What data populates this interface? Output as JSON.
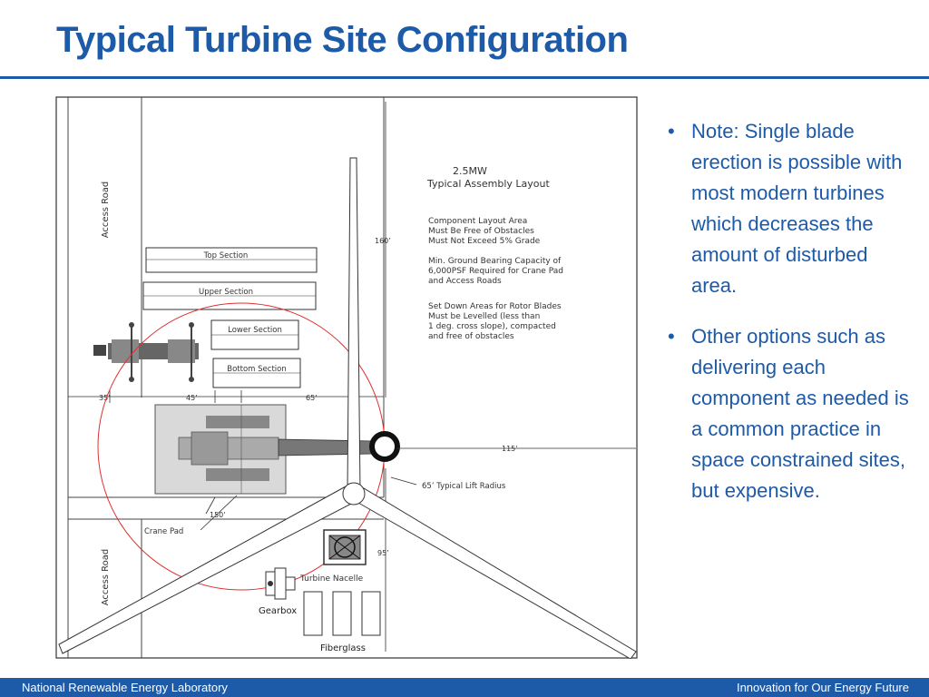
{
  "slide": {
    "title": "Typical Turbine Site Configuration",
    "accent_color": "#1d5aa8"
  },
  "diagram": {
    "access_road_top": "Access Road",
    "access_road_bottom": "Access Road",
    "heading_1": "2.5MW",
    "heading_2": "Typical Assembly Layout",
    "notes": [
      "Component Layout Area",
      "Must Be Free of Obstacles",
      "Must Not Exceed 5% Grade",
      "Min. Ground Bearing Capacity of",
      "6,000PSF Required for Crane Pad",
      "and Access Roads",
      "Set Down Areas for Rotor Blades",
      "Must be Levelled (less than",
      "1 deg. cross slope), compacted",
      "and free of obstacles"
    ],
    "sections": {
      "top": "Top Section",
      "upper": "Upper Section",
      "lower": "Lower Section",
      "bottom": "Bottom Section"
    },
    "dimensions": {
      "d160": "160’",
      "d35": "35’",
      "d45": "45’",
      "d65": "65’",
      "d115": "115’",
      "d150": "150’",
      "d95": "95’"
    },
    "lift_radius_label": "65’ Typical Lift Radius",
    "crane_pad_label": "Crane Pad",
    "nacelle_label": "Turbine Nacelle",
    "gearbox_label": "Gearbox",
    "fiberglass_label": "Fiberglass",
    "radius_color": "#e03030"
  },
  "bullets": [
    "Note: Single blade erection is possible with most modern turbines which decreases the amount of disturbed area.",
    "Other options such as delivering each component  as needed is a common practice in space constrained sites, but expensive."
  ],
  "footer": {
    "left": "National Renewable Energy Laboratory",
    "right": "Innovation for Our Energy Future"
  }
}
